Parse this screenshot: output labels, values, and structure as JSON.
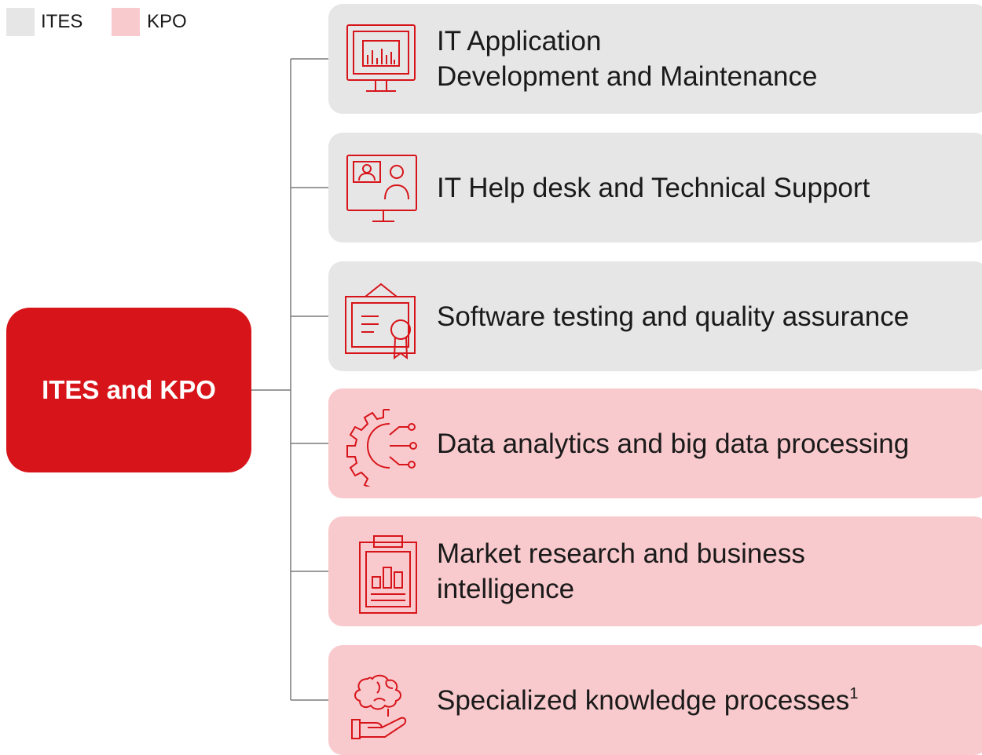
{
  "legend": [
    {
      "label": "ITES",
      "color": "#e6e6e6"
    },
    {
      "label": "KPO",
      "color": "#f9cacd"
    }
  ],
  "center": {
    "label": "ITES and KPO",
    "color": "#d7141a"
  },
  "colors": {
    "ites": "#e6e6e6",
    "kpo": "#f9cacd",
    "icon": "#d7141a",
    "connector": "#7a7a7a"
  },
  "items": [
    {
      "category": "ITES",
      "icon": "monitor-bar-chart-icon",
      "lines": [
        "IT Application",
        "Development and Maintenance"
      ]
    },
    {
      "category": "ITES",
      "icon": "video-support-monitor-icon",
      "lines": [
        "IT Help desk and Technical Support"
      ]
    },
    {
      "category": "ITES",
      "icon": "certificate-icon",
      "lines": [
        "Software testing and quality assurance"
      ]
    },
    {
      "category": "KPO",
      "icon": "gear-data-network-icon",
      "lines": [
        "Data analytics and big data processing"
      ]
    },
    {
      "category": "KPO",
      "icon": "clipboard-chart-icon",
      "lines": [
        "Market research and business",
        "intelligence"
      ]
    },
    {
      "category": "KPO",
      "icon": "brain-hand-icon",
      "lines": [
        "Specialized knowledge processes"
      ],
      "footnote": "1"
    }
  ]
}
